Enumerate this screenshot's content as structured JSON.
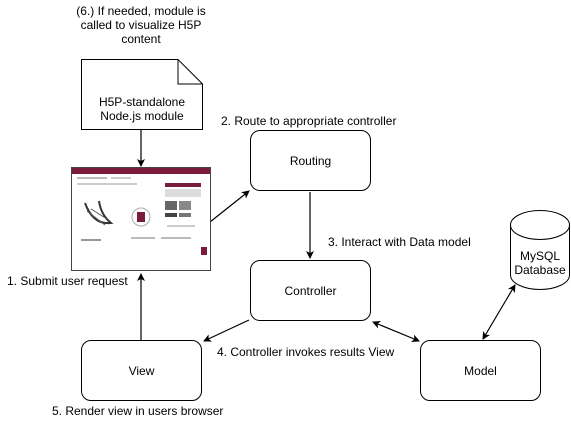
{
  "notes": {
    "step6": [
      "(6.) If needed, module is",
      "called to visualize H5P",
      "content"
    ],
    "step2": "2. Route to appropriate controller",
    "step3": "3. Interact with Data model",
    "step1": "1. Submit user request",
    "step4": "4. Controller invokes results View",
    "step5": "5. Render view in users browser"
  },
  "nodes": {
    "module": [
      "H5P-standalone",
      "Node.js module"
    ],
    "routing": "Routing",
    "controller": "Controller",
    "view": "View",
    "model": "Model",
    "database": [
      "MySQL",
      "Database"
    ]
  },
  "colors": {
    "stroke": "#000000",
    "screenshot_accent": "#7b1c3e",
    "screenshot_border": "#444444"
  },
  "icons": {
    "browser": "browser-screenshot-icon",
    "document": "document-icon",
    "database": "cylinder-icon"
  }
}
